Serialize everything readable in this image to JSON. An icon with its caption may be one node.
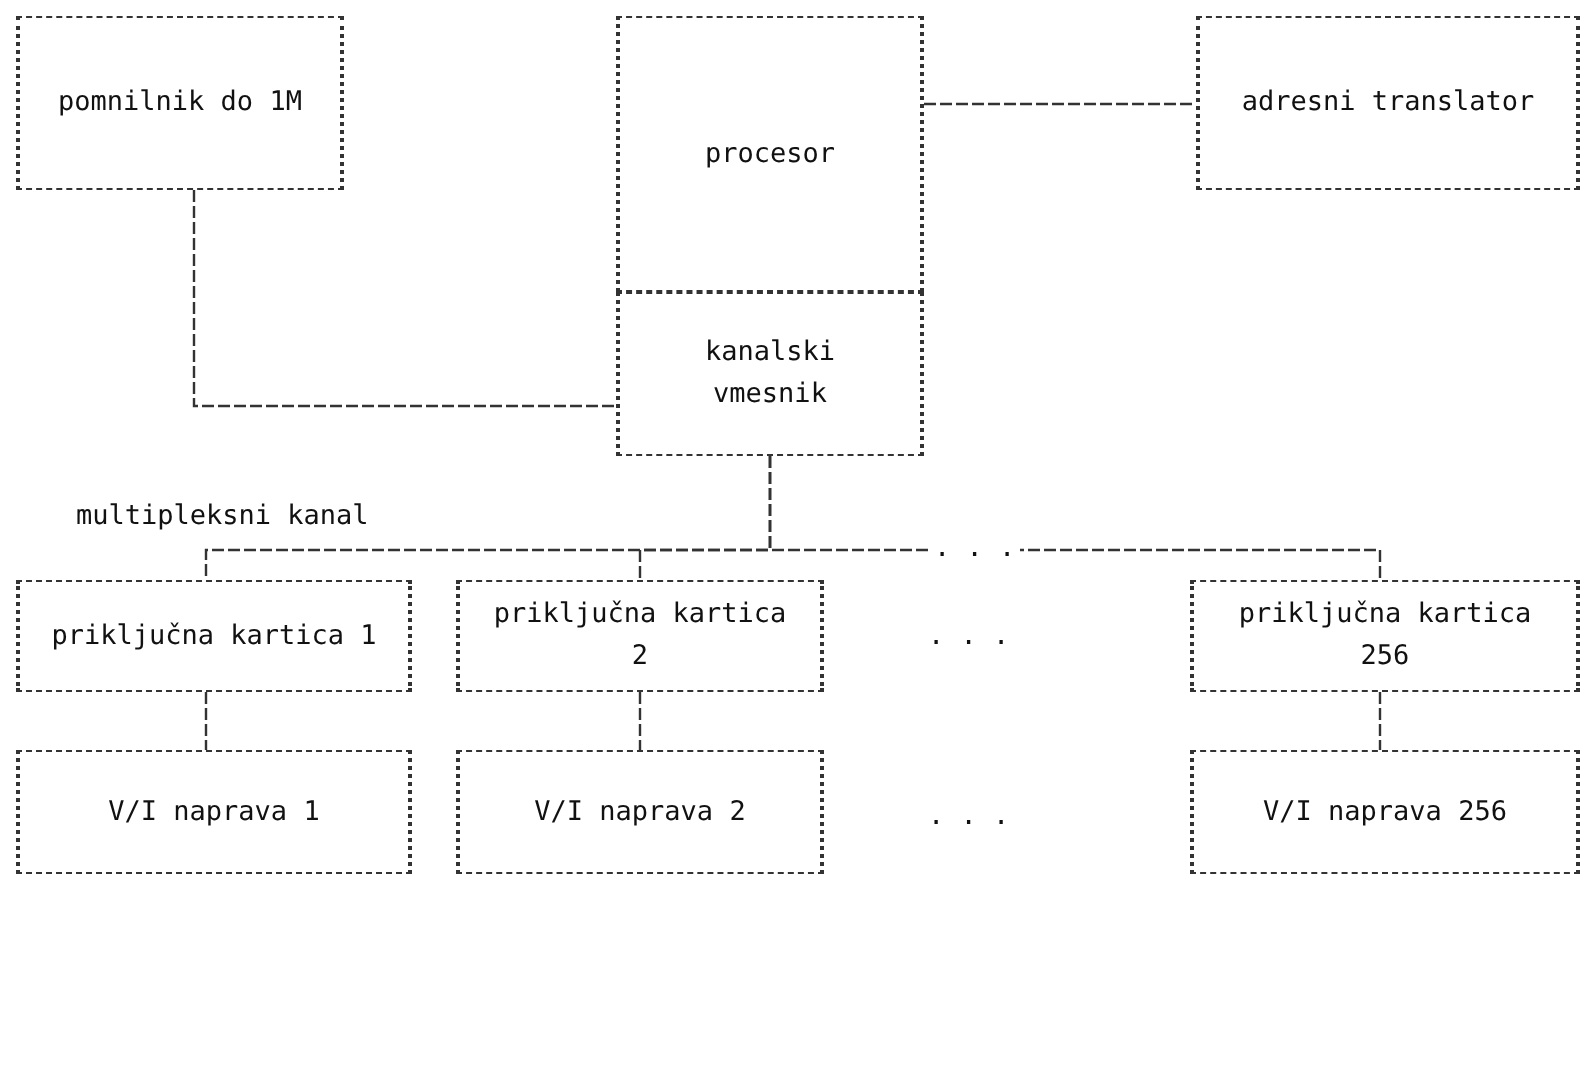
{
  "diagram": {
    "nodes": [
      {
        "text": [
          "pomnilnik do 1M"
        ]
      },
      {
        "text": [
          "procesor"
        ]
      },
      {
        "text": [
          "adresni translator"
        ]
      },
      {
        "text": [
          "kanalski vmesnik"
        ]
      },
      {
        "text": [
          "priključna kartica 1"
        ]
      },
      {
        "text": [
          "priključna kartica 2"
        ]
      },
      {
        "text": [
          "priključna kartica 256"
        ]
      },
      {
        "text": [
          "V/I naprava 1"
        ]
      },
      {
        "text": [
          "V/I naprava 2"
        ]
      },
      {
        "text": [
          "V/I naprava 256"
        ]
      }
    ],
    "edges": [
      {
        "from": 0,
        "to": 3,
        "arrow": "none"
      },
      {
        "from": 1,
        "to": 2,
        "arrow": "none"
      },
      {
        "from": 3,
        "to": 4,
        "arrow": "none"
      },
      {
        "from": 3,
        "to": 5,
        "arrow": "none"
      },
      {
        "from": 3,
        "to": 6,
        "arrow": "none"
      },
      {
        "from": 4,
        "to": 7,
        "arrow": "none"
      },
      {
        "from": 5,
        "to": 8,
        "arrow": "none"
      },
      {
        "from": 6,
        "to": 9,
        "arrow": "none"
      }
    ],
    "labels": [
      "multipleksni kanal",
      ". . .",
      ". . .",
      ". . ."
    ]
  }
}
